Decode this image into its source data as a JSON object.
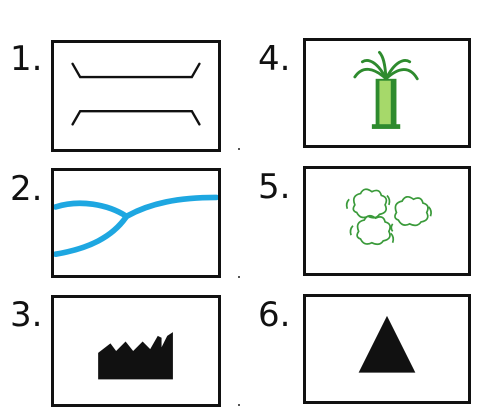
{
  "symbols": [
    {
      "number": "1.",
      "icon": "bridge-icon"
    },
    {
      "number": "2.",
      "icon": "river-confluence-icon"
    },
    {
      "number": "3.",
      "icon": "factory-icon"
    },
    {
      "number": "4.",
      "icon": "palm-tree-icon"
    },
    {
      "number": "5.",
      "icon": "bushes-icon"
    },
    {
      "number": "6.",
      "icon": "mountain-peak-icon"
    }
  ],
  "colors": {
    "border": "#111111",
    "river": "#1ea7e1",
    "palm_green": "#2e8b2e",
    "palm_trunk_light": "#a6d96a",
    "bush_green": "#3a9a3a",
    "solid_black": "#111111"
  }
}
